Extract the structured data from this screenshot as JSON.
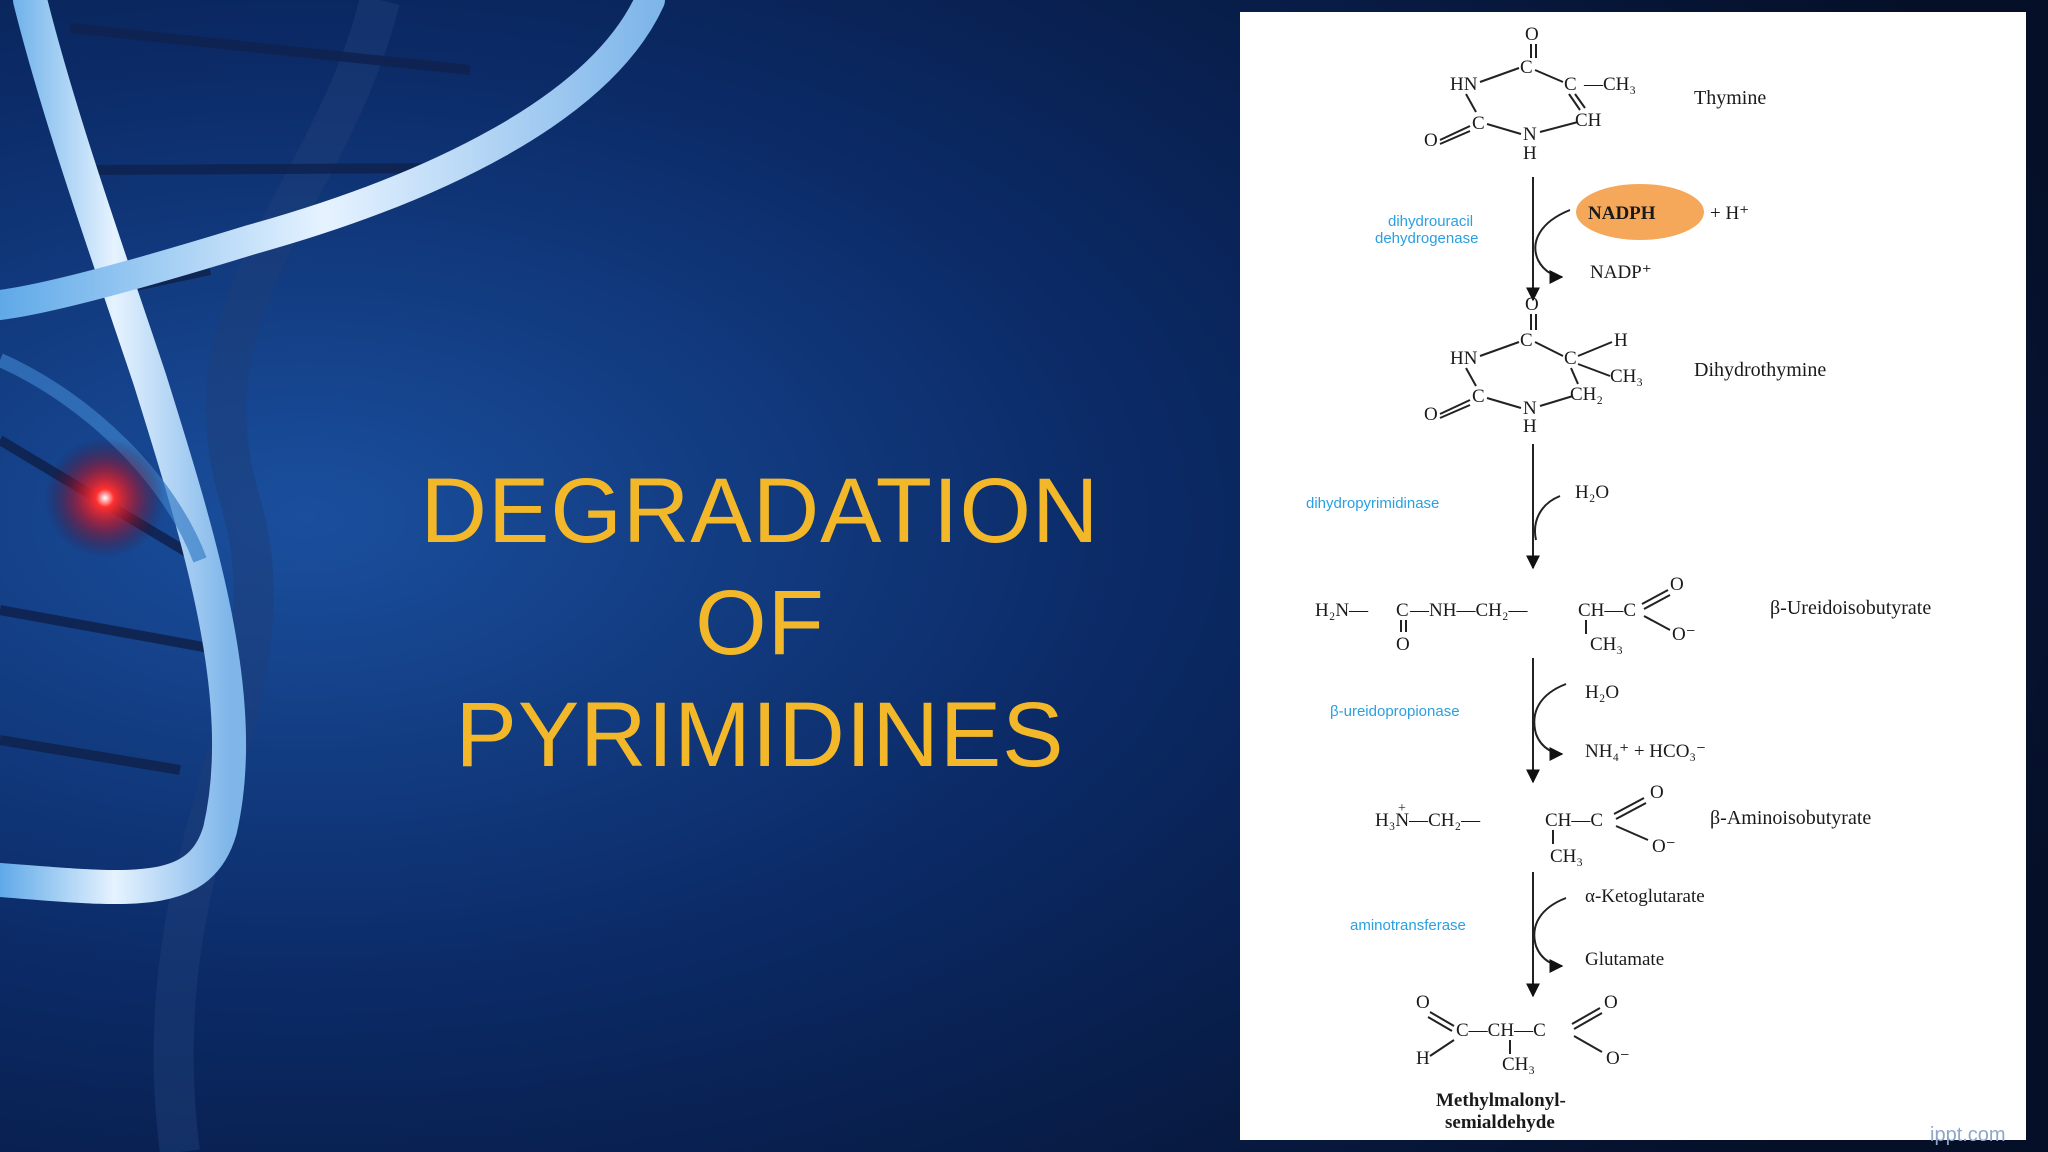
{
  "slide": {
    "title_lines": [
      "DEGRADATION",
      "OF",
      "PYRIMIDINES"
    ],
    "colors": {
      "background": "#06122e",
      "title": "#f3b82a",
      "enzyme_text": "#2aa0e0",
      "nadph_highlight": "#f5a85a"
    },
    "watermark": "ippt.com"
  },
  "pathway": {
    "compounds": {
      "thymine": "Thymine",
      "dihydrothymine": "Dihydrothymine",
      "ureidoisobutyrate": "β-Ureidoisobutyrate",
      "aminoisobutyrate": "β-Aminoisobutyrate",
      "methylmalonyl_line1": "Methylmalonyl-",
      "methylmalonyl_line2": "semialdehyde"
    },
    "enzymes": {
      "e1_line1": "dihydrouracil",
      "e1_line2": "dehydrogenase",
      "e2": "dihydropyrimidinase",
      "e3": "β-ureidopropionase",
      "e4": "aminotransferase"
    },
    "cofactors": {
      "nadph": "NADPH",
      "h_plus": "+ H⁺",
      "nadp": "NADP⁺",
      "water1": "H₂O",
      "water2": "H₂O",
      "nh4_hco3": "NH₄⁺ + HCO₃⁻",
      "alpha_kg": "α-Ketoglutarate",
      "glutamate": "Glutamate"
    }
  }
}
